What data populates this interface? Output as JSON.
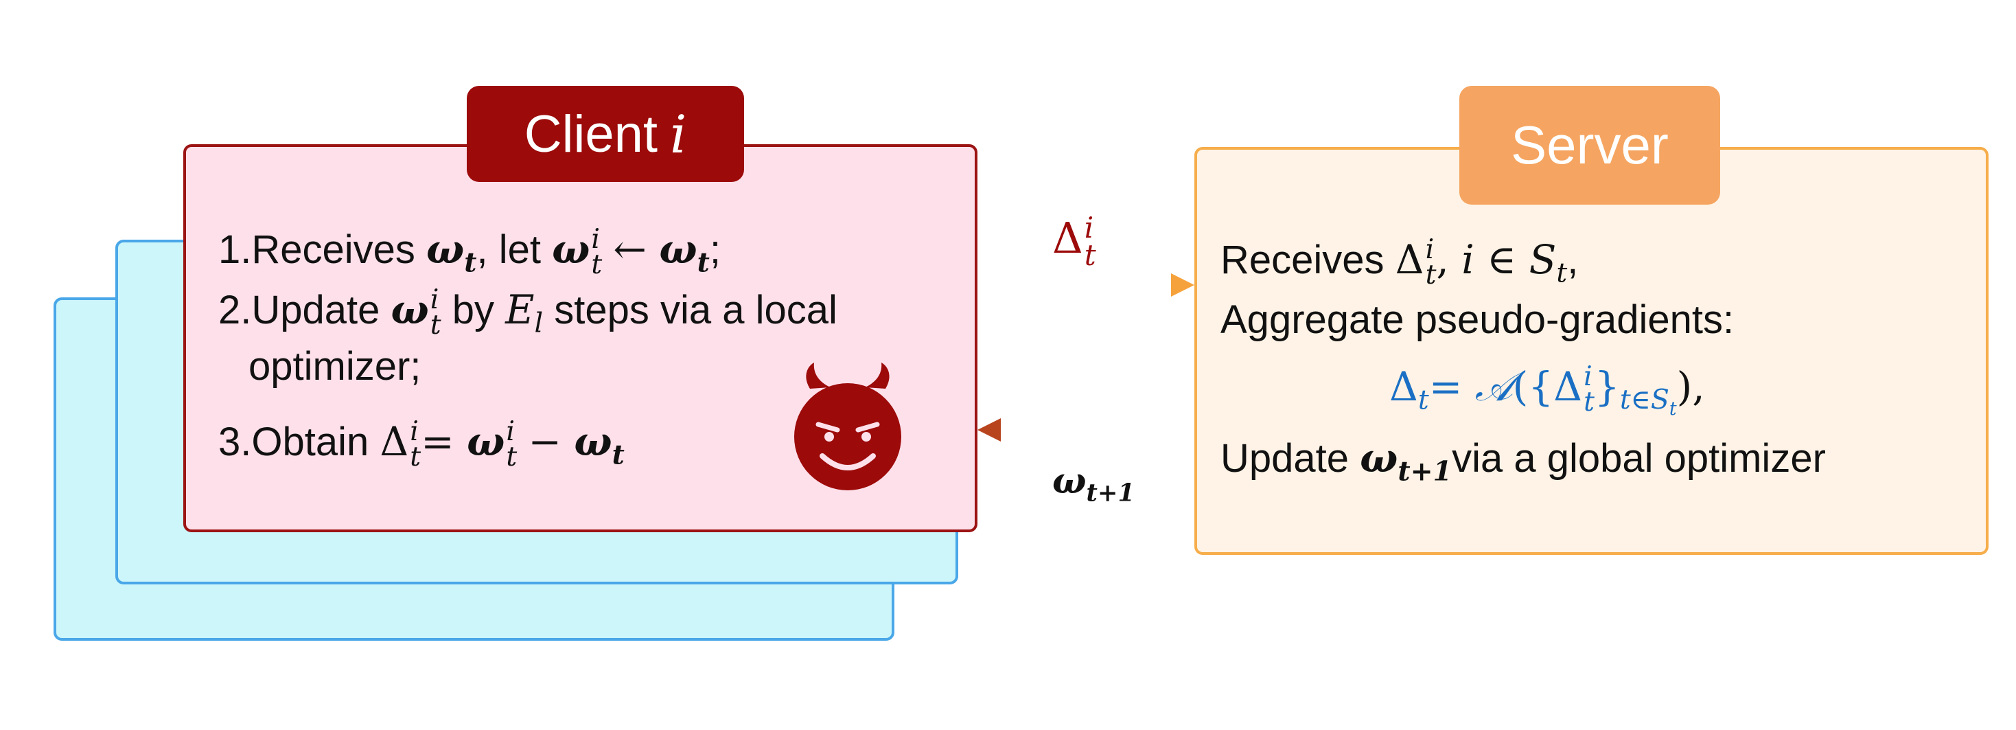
{
  "client": {
    "tag_label": "Client",
    "tag_var": "i",
    "line1_num": "1.",
    "line1_text": "Receives",
    "line1_mid": ", let",
    "line2_num": "2.",
    "line2_text": "Update",
    "line2_mid": "by",
    "line2_tail": "steps via a  local",
    "line3_text": "optimizer;",
    "line4_num": "3.",
    "line4_text": "Obtain"
  },
  "server": {
    "tag_label": "Server",
    "line1_text": "Receives",
    "line2_text": "Aggregate pseudo-gradients:",
    "line4_text": "Update",
    "line4_tail": "via a global optimizer"
  },
  "arrows": {
    "up_label": "Δ",
    "down_label": "ω"
  },
  "colors": {
    "client_accent": "#9c0a0a",
    "server_accent": "#f5a561",
    "formula_blue": "#1a6fc4"
  },
  "icons": {
    "devil": "smiling-devil-face-icon"
  }
}
